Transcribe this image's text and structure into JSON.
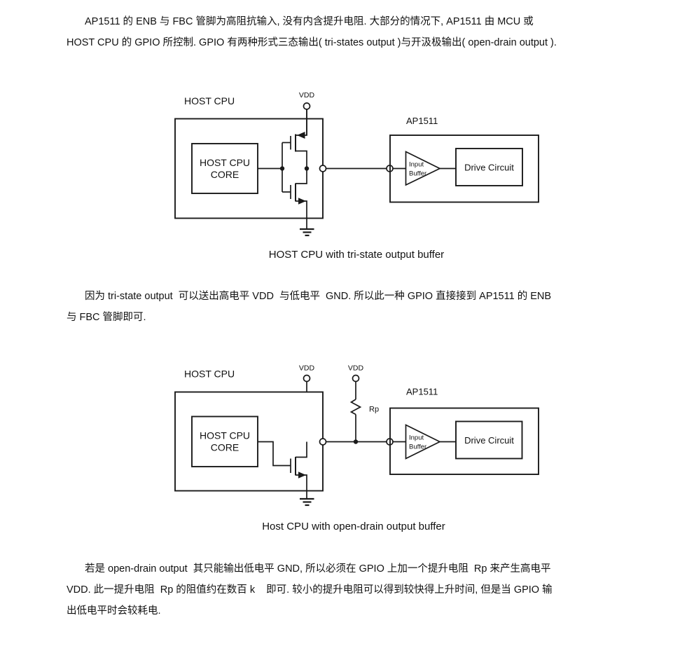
{
  "page": {
    "background": "#ffffff",
    "line_color": "#1a1a1a",
    "text_color": "#111111"
  },
  "paragraphs": {
    "p1": {
      "lines": [
        "AP1511 的 ENB 与 FBC 管脚为高阻抗输入, 没有内含提升电阻. 大部分的情况下, AP1511 由 MCU 或",
        "HOST CPU 的 GPIO 所控制. GPIO 有两种形式三态输出( tri-states output )与开汲极输出( open-drain output )."
      ]
    },
    "p2": {
      "lines": [
        "因为 tri-state output  可以送出高电平 VDD  与低电平  GND. 所以此一种 GPIO 直接接到 AP1511 的 ENB",
        "与 FBC 管脚即可."
      ]
    },
    "p3": {
      "lines": [
        "若是 open-drain output  其只能输出低电平 GND, 所以必须在 GPIO 上加一个提升电阻  Rp 来产生高电平",
        "VDD. 此一提升电阻  Rp 的阻值约在数百 k    即可. 较小的提升电阻可以得到较快得上升时间, 但是当 GPIO 输",
        "出低电平时会较耗电."
      ]
    }
  },
  "figure1": {
    "labels": {
      "host_cpu": "HOST CPU",
      "vdd": "VDD",
      "ap1511": "AP1511",
      "core_line1": "HOST CPU",
      "core_line2": "CORE",
      "input_buffer_line1": "Input",
      "input_buffer_line2": "Buffer",
      "drive_circuit": "Drive Circuit"
    },
    "caption": "HOST CPU with tri-state output buffer"
  },
  "figure2": {
    "labels": {
      "host_cpu": "HOST CPU",
      "vdd_left": "VDD",
      "vdd_right": "VDD",
      "rp": "Rp",
      "ap1511": "AP1511",
      "core_line1": "HOST CPU",
      "core_line2": "CORE",
      "input_buffer_line1": "Input",
      "input_buffer_line2": "Buffer",
      "drive_circuit": "Drive Circuit"
    },
    "caption": "Host CPU with open-drain output buffer"
  }
}
